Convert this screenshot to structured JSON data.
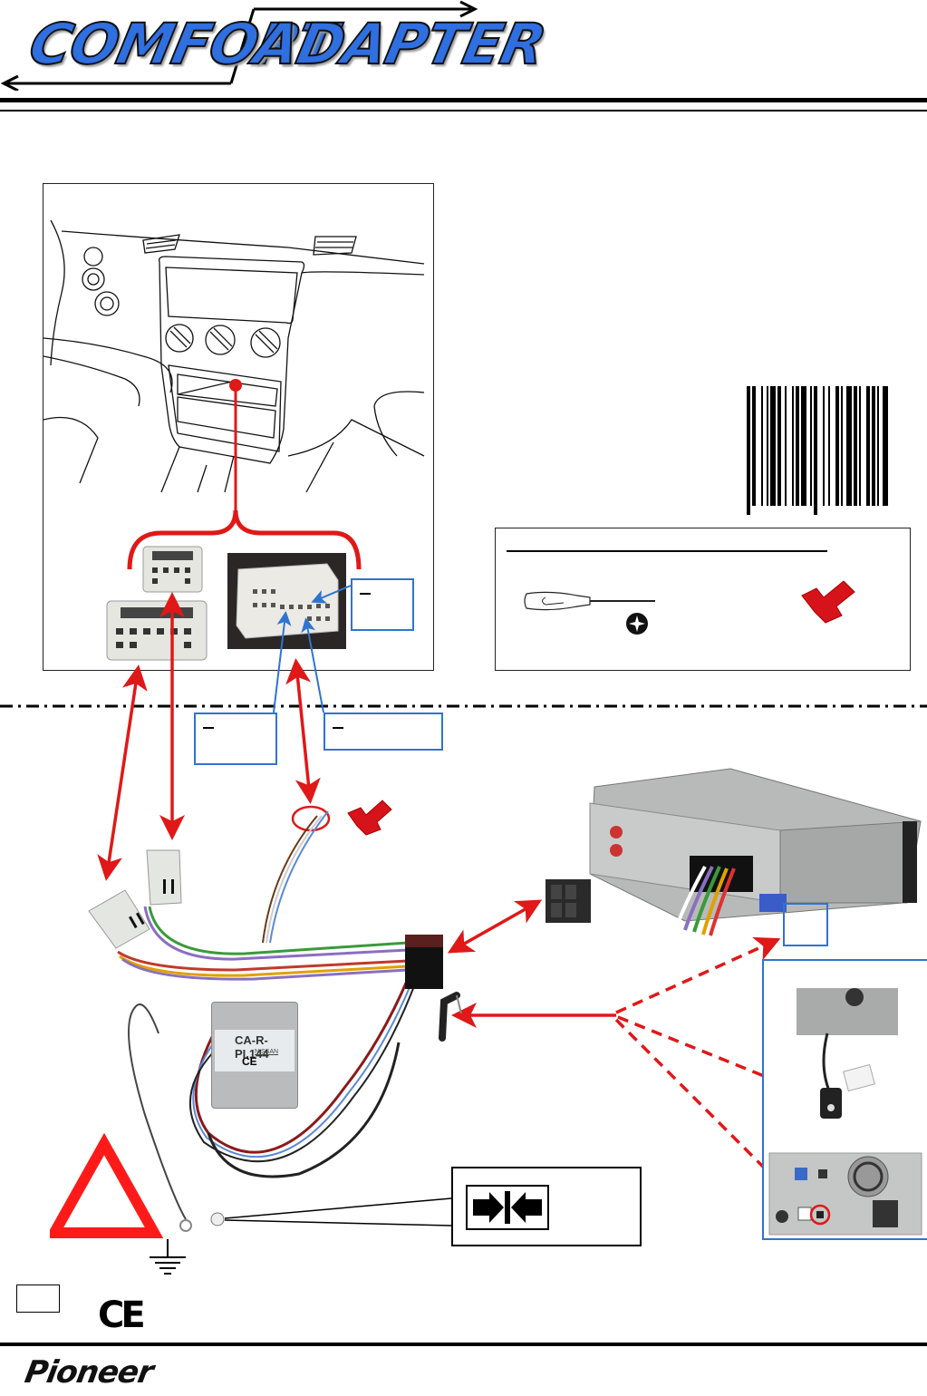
{
  "header": {
    "logo_left": "COMFORT",
    "logo_right": "ADAPTER"
  },
  "tools_box": {
    "tools": [
      {
        "name": "phillips-screwdriver",
        "icon": "screwdriver-icon"
      },
      {
        "name": "phillips-head-symbol",
        "icon": "phillips-cross-icon"
      },
      {
        "name": "wire-splice-connector",
        "icon": "scotchlok-connector-icon"
      }
    ]
  },
  "callouts": {
    "pin_callout_right": "–",
    "pin_callout_left": "–",
    "pin_callout_middle": "–"
  },
  "module": {
    "model": "CA-R-PI.144",
    "vehicle": "NISSAN",
    "mark": "CE"
  },
  "footer": {
    "ce_mark": "CE",
    "brand": "Pioneer"
  },
  "colors": {
    "logo_blue": "#2f6fe0",
    "arrow_red": "#e01818",
    "callout_blue": "#2f74d0",
    "warning_red": "#ff1a1a"
  }
}
